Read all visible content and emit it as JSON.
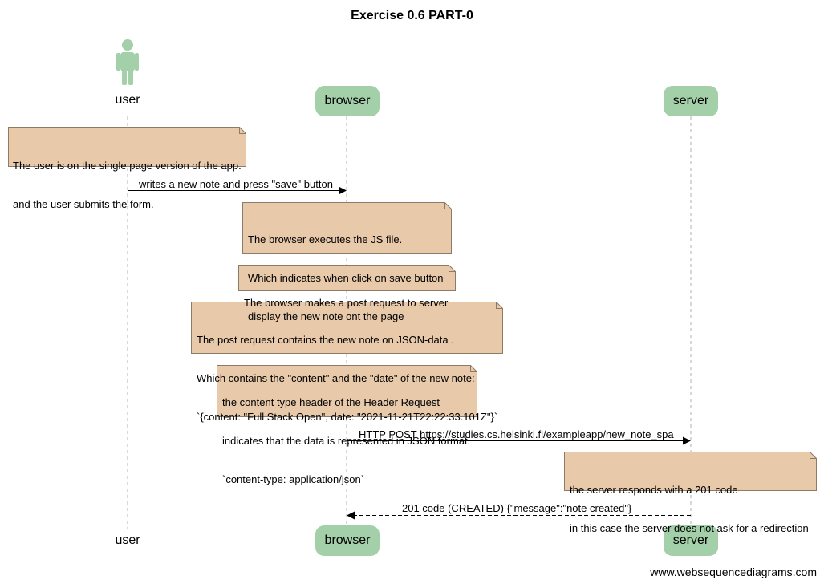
{
  "title": "Exercise 0.6 PART-0",
  "participants": {
    "user": "user",
    "browser": "browser",
    "server": "server"
  },
  "notes": [
    [
      "The user is on the single page version of the app.",
      "and the user submits the form."
    ],
    [
      "The browser executes the JS file.",
      "Which indicates when click on save button",
      "display the new note ont the page"
    ],
    [
      "The browser makes a post request to server"
    ],
    [
      "The post request contains the new note on JSON-data .",
      "Which contains the \"content\" and the \"date\" of the new note:",
      "`{content: \"Full Stack Open\", date: \"2021-11-21T22:22:33.101Z\"}`"
    ],
    [
      "the content type header of the Header Request",
      "indicates that the data is represented in JSON format.",
      "`content-type: application/json`"
    ],
    [
      "the server responds with a 201 code",
      "in this case the server does not ask for a redirection"
    ]
  ],
  "messages": [
    {
      "from": "user",
      "to": "browser",
      "label": "writes a new note and press \"save\" button",
      "style": "solid"
    },
    {
      "from": "browser",
      "to": "server",
      "label": "HTTP POST https://studies.cs.helsinki.fi/exampleapp/new_note_spa",
      "style": "solid"
    },
    {
      "from": "server",
      "to": "browser",
      "label": "201 code (CREATED) {\"message\":\"note created\"}",
      "style": "dashed"
    }
  ],
  "footer": "www.websequencediagrams.com",
  "colors": {
    "participant_fill": "#a3cfa9",
    "note_fill": "#e8c9aa",
    "note_border": "#8f7a66",
    "lifeline": "#b0b0b0"
  }
}
